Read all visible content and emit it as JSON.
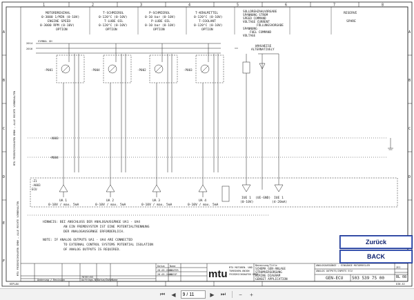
{
  "sheet": {
    "columns": [
      "1",
      "2",
      "3",
      "4",
      "5",
      "6",
      "7",
      "8"
    ],
    "rows": [
      "A",
      "B",
      "C",
      "D",
      "E",
      "F"
    ],
    "channels": [
      {
        "title_de": "MOTORDREHZAHL",
        "range_de": "0-3000 1/MIN (0-10V)",
        "title_en": "ENGINE SPEED",
        "range_en": "0-3000 RPM (0-10V)",
        "option": "OPTION",
        "ref": "-P001",
        "out": "UA 1",
        "signal": "0-10V / max. 5mA"
      },
      {
        "title_de": "T-SCHMIEROL",
        "range_de": "0-120°C (0-10V)",
        "title_en": "T-LUBE OIL",
        "range_en": "0-120°C (0-10V)",
        "option": "OPTION",
        "ref": "-P004",
        "out": "UA 2",
        "signal": "0-10V / max. 5mA"
      },
      {
        "title_de": "P-SCHMIEROL",
        "range_de": "0-10 bar (0-10V)",
        "title_en": "P-LUBE OIL",
        "range_en": "0-10 bar (0-10V)",
        "option": "OPTION",
        "ref": "-P002",
        "out": "UA 3",
        "signal": "0-10V / max. 5mA"
      },
      {
        "title_de": "T-KÜHLMITTEL",
        "range_de": "0-120°C (0-10V)",
        "title_en": "T-COOLANT",
        "range_en": "0-120°C (0-10V)",
        "option": "OPTION",
        "ref": "-P003",
        "out": "UA 4",
        "signal": "0-10V / max. 5mA"
      }
    ],
    "setpoint": {
      "lines": [
        "SOLLDREHZAHLVORGABE",
        "SPANNUNG     STROM",
        "SPEED COMMAND",
        "VOLTAGE      CURRENT",
        "FÜLLUNGSVORGABE",
        "SPANNUNG",
        "FUEL COMMAND",
        "VOLTAGE"
      ],
      "selector": [
        "WAHLWEISE",
        "ALTERNATIVELY"
      ],
      "inputs": [
        {
          "name": "IUE 1",
          "range": "(0-10V)"
        },
        {
          "name": "(UE-GND)",
          "range": ""
        },
        {
          "name": "IUE 1",
          "range": "(4-20mA)"
        }
      ]
    },
    "reserve": {
      "de": "RESERVE",
      "en": "SPARE"
    },
    "wire_labels": {
      "bus_top": "SYMBOL GH",
      "bus_line_1": "2014",
      "bus_line_2": "2016",
      "rail_1": "-X003",
      "rail_2": "-M084",
      "block_tag": "-Z1",
      "block_tag_2": "-A003",
      "block_tag_3": "ECU"
    },
    "notes": [
      "HINWEIS: BEI ANSCHLUSS DER ANALOGAUSGÄNGE UA1 - UA4",
      "AN EIN FREMDSYSTEM IST EINE POTENTIALTRENNUNG",
      "DER ANALOGAUSGÄNGE ERFORDERLICH.",
      "NOTE:     IF ANALOG OUTPUTS UA1 - UA4 ARE CONNECTED",
      "TO EXTERNAL CONTROL SYSTEMS POTENTIAL ISOLATION",
      "OF ANALOG OUTPUTS IS REQUIRED."
    ],
    "side_text": "MTU FRIEDRICHSHAFEN GMBH — ALLE RECHTE VORBEHALTEN",
    "title_block": {
      "logo": "mtu",
      "company": [
        "MTU MOTOREN- UND",
        "TURBINEN-UNION",
        "FRIEDRICHSHAFEN GMBH"
      ],
      "project_label": "Benennung/Title",
      "project": [
        "SCHEMA GEN-ANLAGE",
        "STROMVERSORGUNG",
        "WIRING DIAGRAM",
        "GENSET APPLICATION"
      ],
      "drawing_title": [
        "ANALOGAUSGÄNGE - EINGÄNGE MOTORREGLER",
        "ANALOG OUTPUTS/INPUTS ECU"
      ],
      "code": "GEN-ECU",
      "drawing_number": "503 539 75 00",
      "sheet_no": "BL 08",
      "sheet_prefix": "ZEI",
      "norm": "DIN A3",
      "rows": [
        [
          "Datum",
          "Name"
        ],
        [
          "28.03.2003",
          "KAUFER"
        ],
        [
          "28.03.2003",
          "HOESP"
        ]
      ],
      "revisions": [
        "Änderung / Revision",
        "Auftrags-Nr.",
        "Datum/Date",
        "Name"
      ],
      "rev_code": "78787/03",
      "footer_left": "KEPLAN"
    }
  },
  "buttons": {
    "zurueck": "Zurück",
    "back": "BACK"
  },
  "toolbar": {
    "page_value": "9 / 11"
  },
  "colors": {
    "button_border": "#102a8a",
    "button_text": "#0b1f6e",
    "lines": "#1a1a1a"
  },
  "icons": [
    "first-page-icon",
    "prev-page-icon",
    "next-page-icon",
    "last-page-icon",
    "zoom-out-icon",
    "zoom-in-icon"
  ]
}
